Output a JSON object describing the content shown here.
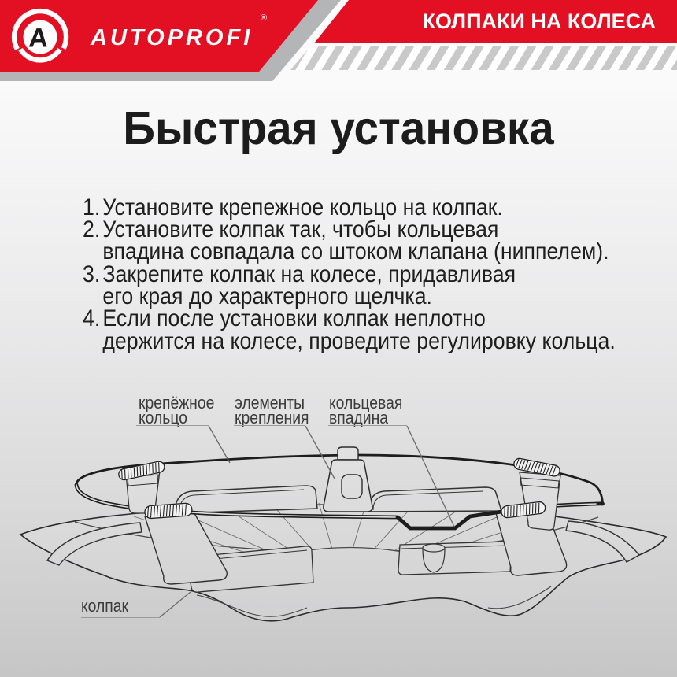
{
  "header": {
    "brand": "AUTOPROFI",
    "registered": "®",
    "logo_letter": "A",
    "product_badge": "КОЛПАКИ НА КОЛЕСА",
    "brand_red": "#e30f22"
  },
  "title": "Быстрая установка",
  "steps": [
    {
      "num": "1.",
      "line1": "Установите крепежное кольцо на колпак.",
      "line2": ""
    },
    {
      "num": "2.",
      "line1": "Установите колпак так, чтобы кольцевая",
      "line2": "впадина совпадала со штоком клапана (ниппелем)."
    },
    {
      "num": "3.",
      "line1": "Закрепите колпак на колесе, придавливая",
      "line2": "его края до характерного щелчка."
    },
    {
      "num": "4.",
      "line1": "Если после установки колпак неплотно",
      "line2": "держится на колесе, проведите регулировку кольца."
    }
  ],
  "diagram": {
    "labels": {
      "fastening_ring_1": "крепёжное",
      "fastening_ring_2": "кольцо",
      "fastening_elements_1": "элементы",
      "fastening_elements_2": "крепления",
      "ring_groove_1": "кольцевая",
      "ring_groove_2": "впадина",
      "cap": "колпак"
    }
  }
}
